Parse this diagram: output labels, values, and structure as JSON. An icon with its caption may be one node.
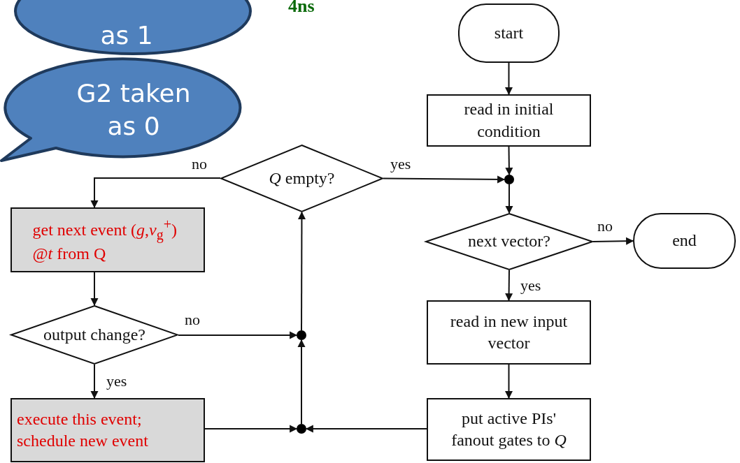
{
  "diagram": {
    "nodes": [
      {
        "text": [
          "as 1"
        ]
      },
      {
        "text": [
          "G2 taken as 0"
        ]
      },
      {
        "text": [
          "start"
        ]
      },
      {
        "text": [
          "read in initial condition"
        ]
      },
      {
        "text": [],
        "shape": "circle"
      },
      {
        "text": [
          "*Q* empty?"
        ]
      },
      {
        "text": [
          "get next event (*g*,*v*$_{g}$$^{+}$) @*t* from Q"
        ]
      },
      {
        "text": [
          "next vector?"
        ]
      },
      {
        "text": [
          "end"
        ]
      },
      {
        "text": [
          "output change?"
        ]
      },
      {
        "text": [],
        "shape": "circle"
      },
      {
        "text": [
          "read in new input vector"
        ]
      },
      {
        "text": [
          "execute this event; schedule new event"
        ]
      },
      {
        "text": [],
        "shape": "circle"
      },
      {
        "text": [
          "put active PIs' fanout gates to *Q*"
        ]
      }
    ],
    "edges": [
      {
        "from": 2,
        "to": 3,
        "arrow": "to"
      },
      {
        "from": 3,
        "to": 4,
        "arrow": "to"
      },
      {
        "from": 5,
        "to": 4,
        "arrow": "to",
        "label": "yes"
      },
      {
        "from": 4,
        "to": 7,
        "arrow": "to"
      },
      {
        "from": 7,
        "to": 8,
        "arrow": "to",
        "label": "no"
      },
      {
        "from": 7,
        "to": 11,
        "arrow": "to",
        "label": "yes"
      },
      {
        "from": 11,
        "to": 14,
        "arrow": "to"
      },
      {
        "from": 14,
        "to": 13,
        "arrow": "to"
      },
      {
        "from": 12,
        "to": 13,
        "arrow": "to"
      },
      {
        "from": 13,
        "to": 10,
        "arrow": "to"
      },
      {
        "from": 9,
        "to": 10,
        "arrow": "to",
        "label": "no"
      },
      {
        "from": 10,
        "to": 5,
        "arrow": "to"
      },
      {
        "from": 5,
        "to": 6,
        "arrow": "to",
        "label": "no"
      },
      {
        "from": 6,
        "to": 9,
        "arrow": "to"
      },
      {
        "from": 9,
        "to": 12,
        "arrow": "to",
        "label": "yes"
      }
    ],
    "labels": [
      "4ns"
    ]
  }
}
